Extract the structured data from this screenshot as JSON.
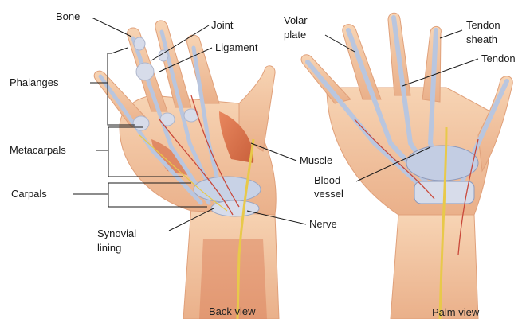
{
  "labels": {
    "bone": "Bone",
    "joint": "Joint",
    "ligament": "Ligament",
    "phalanges": "Phalanges",
    "metacarpals": "Metacarpals",
    "carpals": "Carpals",
    "muscle": "Muscle",
    "blood_vessel_1": "Blood",
    "blood_vessel_2": "vessel",
    "nerve": "Nerve",
    "synovial_1": "Synovial",
    "synovial_2": "lining",
    "volar_plate_1": "Volar",
    "volar_plate_2": "plate",
    "tendon_sheath_1": "Tendon",
    "tendon_sheath_2": "sheath",
    "tendon": "Tendon"
  },
  "captions": {
    "back": "Back view",
    "palm": "Palm view"
  },
  "colors": {
    "skin": "#f4c9a4",
    "skin_dark": "#e3a27a",
    "muscle": "#d9714a",
    "tendon": "#b9c6df",
    "bone": "#d7dcea",
    "nerve": "#e8c94a",
    "vessel": "#c9483a",
    "leader": "#1a1a1a"
  }
}
